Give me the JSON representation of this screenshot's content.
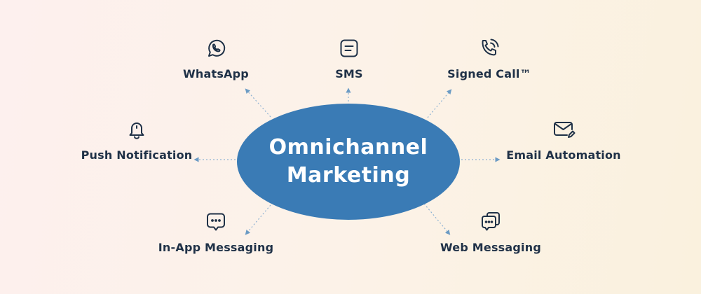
{
  "diagram": {
    "center": {
      "line1": "Omnichannel",
      "line2": "Marketing",
      "color": "#3a7bb5"
    },
    "nodes": [
      {
        "id": "whatsapp",
        "label": "WhatsApp",
        "icon": "whatsapp-icon"
      },
      {
        "id": "sms",
        "label": "SMS",
        "icon": "message-square-icon"
      },
      {
        "id": "signed-call",
        "label": "Signed Call™",
        "icon": "phone-call-icon"
      },
      {
        "id": "push-notification",
        "label": "Push Notification",
        "icon": "bell-icon"
      },
      {
        "id": "email-automation",
        "label": "Email Automation",
        "icon": "mail-edit-icon"
      },
      {
        "id": "in-app-messaging",
        "label": "In-App Messaging",
        "icon": "chat-bubble-dots-icon"
      },
      {
        "id": "web-messaging",
        "label": "Web Messaging",
        "icon": "chat-bubbles-stacked-icon"
      }
    ],
    "text_color": "#1f3147",
    "connector_color": "#6b9bc4"
  }
}
